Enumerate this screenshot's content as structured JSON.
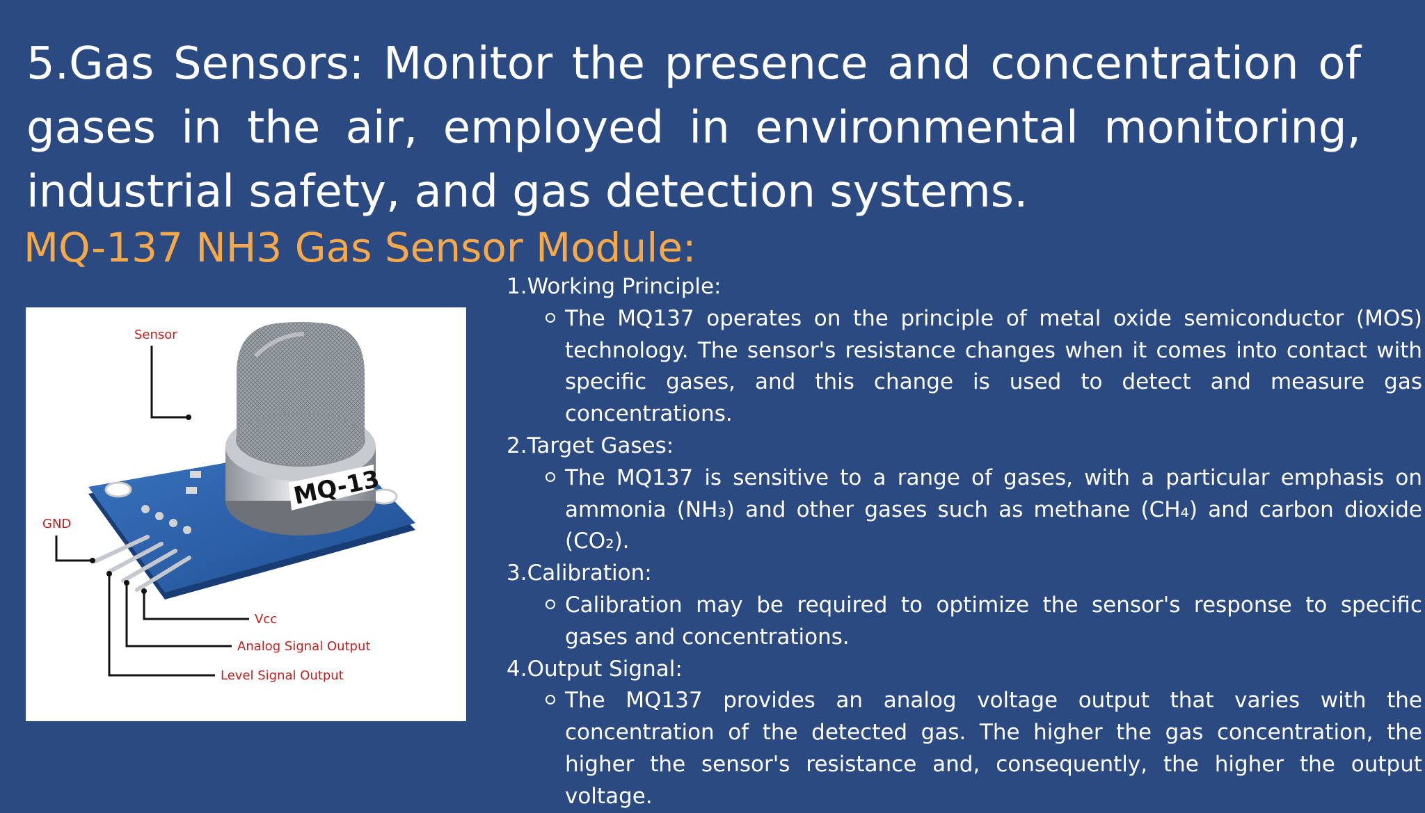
{
  "heading": "5.Gas Sensors: Monitor the presence and concentration of gases in the air, employed in environmental monitoring, industrial safety, and gas detection systems.",
  "subtitle": "MQ-137 NH3 Gas Sensor Module:",
  "diagram": {
    "labels": {
      "sensor": "Sensor",
      "gnd": "GND",
      "vcc": "Vcc",
      "analog": "Analog Signal Output",
      "level": "Level Signal Output",
      "chip": "MQ-13"
    },
    "colors": {
      "label": "#c0201d",
      "board": "#2a5fa8",
      "board_dark": "#1c467f",
      "metal": "#b8bcc2"
    }
  },
  "sections": [
    {
      "title": "1.Working Principle:",
      "bullet": "The MQ137 operates on the principle of metal oxide semiconductor (MOS) technology. The sensor's resistance changes when it comes into contact with specific gases, and this change is used to detect and measure gas concentrations."
    },
    {
      "title": "2.Target Gases:",
      "bullet": "The MQ137 is sensitive to a range of gases, with a particular emphasis on ammonia (NH₃) and other gases such as methane (CH₄) and carbon dioxide (CO₂)."
    },
    {
      "title": "3.Calibration:",
      "bullet": "Calibration may be required to optimize the sensor's response to specific gases and concentrations."
    },
    {
      "title": "4.Output Signal:",
      "bullet": "The MQ137 provides an analog voltage output that varies with the concentration of the detected gas. The higher the gas concentration, the higher the sensor's resistance and, consequently, the higher the output voltage."
    }
  ],
  "colors": {
    "background": "#2c4a82",
    "accent": "#f7a94a",
    "text": "#ffffff"
  }
}
